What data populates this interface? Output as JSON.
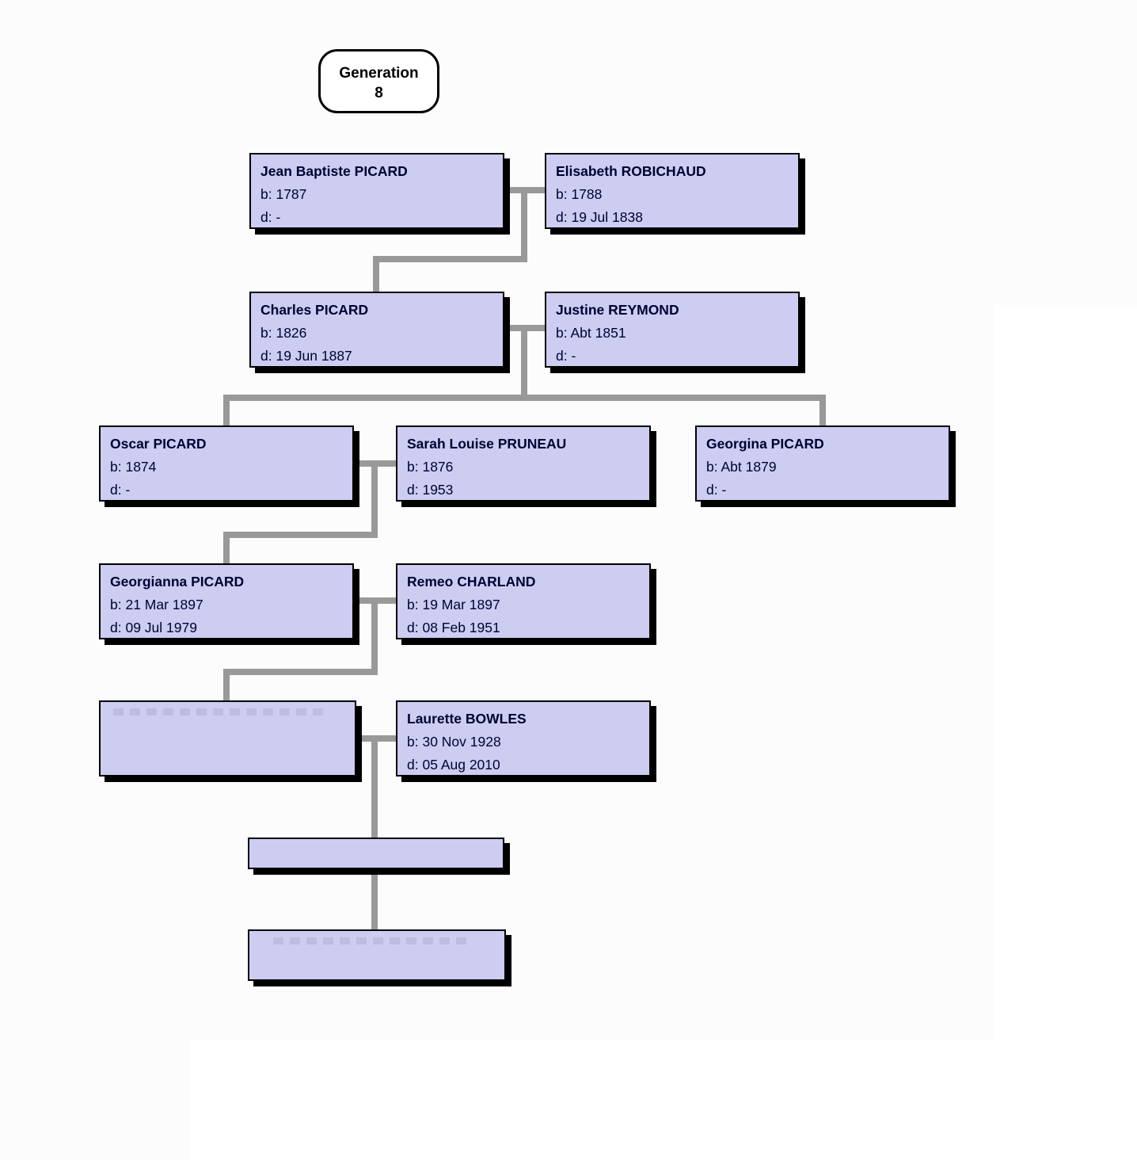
{
  "chart_title": {
    "line1": "Generation",
    "line2": "8"
  },
  "colors": {
    "box_fill": "#cdcdf2",
    "box_border": "#000000",
    "box_shadow": "#000000",
    "connector_gray": "#999999",
    "text_navy": "#000033",
    "background": "#fcfcfc"
  },
  "people": [
    {
      "name": "Jean Baptiste PICARD",
      "birth_line": "b: 1787",
      "death_line": "d: -"
    },
    {
      "name": "Elisabeth ROBICHAUD",
      "birth_line": "b: 1788",
      "death_line": "d: 19 Jul 1838"
    },
    {
      "name": "Charles PICARD",
      "birth_line": "b: 1826",
      "death_line": "d: 19 Jun 1887"
    },
    {
      "name": "Justine REYMOND",
      "birth_line": "b: Abt 1851",
      "death_line": "d: -"
    },
    {
      "name": "Oscar PICARD",
      "birth_line": "b: 1874",
      "death_line": "d: -"
    },
    {
      "name": "Sarah Louise PRUNEAU",
      "birth_line": "b: 1876",
      "death_line": "d: 1953"
    },
    {
      "name": "Georgina PICARD",
      "birth_line": "b: Abt 1879",
      "death_line": "d: -"
    },
    {
      "name": "Georgianna PICARD",
      "birth_line": "b: 21 Mar 1897",
      "death_line": "d: 09 Jul 1979"
    },
    {
      "name": "Remeo CHARLAND",
      "birth_line": "b: 19 Mar 1897",
      "death_line": "d: 08 Feb 1951"
    },
    {
      "name": "",
      "birth_line": "",
      "death_line": "",
      "redacted": true
    },
    {
      "name": "Laurette BOWLES",
      "birth_line": "b: 30 Nov 1928",
      "death_line": "d: 05 Aug 2010"
    },
    {
      "name": "",
      "birth_line": "",
      "death_line": "",
      "redacted": true
    },
    {
      "name": "",
      "birth_line": "",
      "death_line": "",
      "redacted": true
    }
  ]
}
